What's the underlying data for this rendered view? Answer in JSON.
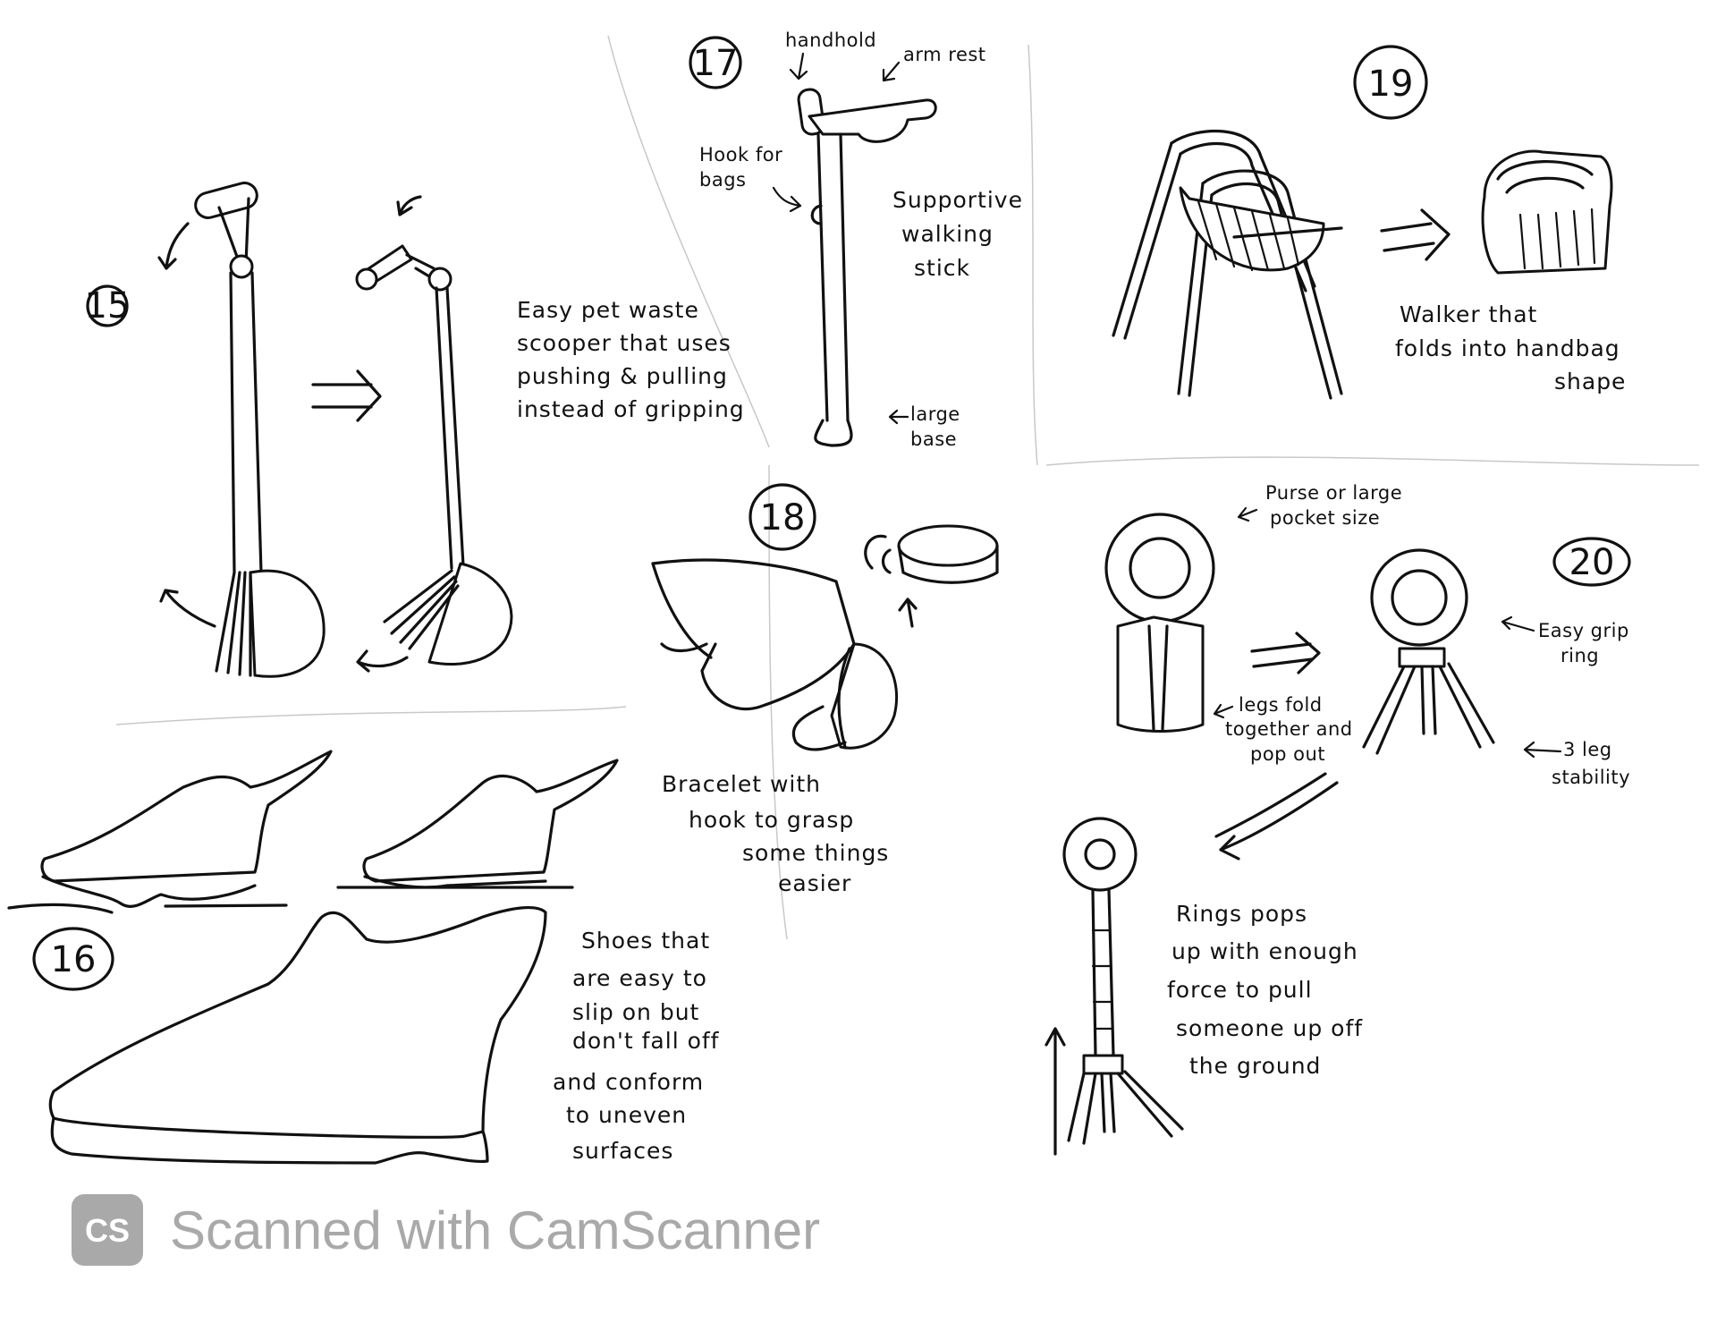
{
  "sketches": [
    {
      "number": "15",
      "description_lines": [
        "Easy pet waste",
        "scooper that uses",
        "pushing & pulling",
        "instead of gripping"
      ]
    },
    {
      "number": "16",
      "description_lines": [
        "Shoes that",
        "are easy to",
        "slip on but",
        "don't fall off",
        "and conform",
        "to uneven",
        "surfaces"
      ]
    },
    {
      "number": "17",
      "labels": {
        "handhold": "handhold",
        "arm_rest": "arm rest",
        "hook": [
          "Hook for",
          "bags"
        ],
        "base": [
          "large",
          "base"
        ]
      },
      "description_lines": [
        "Supportive",
        "walking",
        "stick"
      ]
    },
    {
      "number": "18",
      "description_lines": [
        "Bracelet with",
        "hook to grasp",
        "some things",
        "easier"
      ]
    },
    {
      "number": "19",
      "description_lines": [
        "Walker that",
        "folds into handbag",
        "shape"
      ]
    },
    {
      "number": "20",
      "labels": {
        "purse": [
          "Purse or large",
          "pocket size"
        ],
        "grip": [
          "Easy grip",
          "ring"
        ],
        "legs": [
          "legs fold",
          "together and",
          "pop out"
        ],
        "stability": [
          "3 leg",
          "stability"
        ]
      },
      "description_lines": [
        "Rings pops",
        "up with enough",
        "force to pull",
        "someone up off",
        "the ground"
      ]
    }
  ],
  "watermark": {
    "badge": "CS",
    "text": "Scanned with CamScanner"
  },
  "colors": {
    "ink": "#111111",
    "watermark": "#a9a9a9",
    "paper": "#ffffff"
  }
}
